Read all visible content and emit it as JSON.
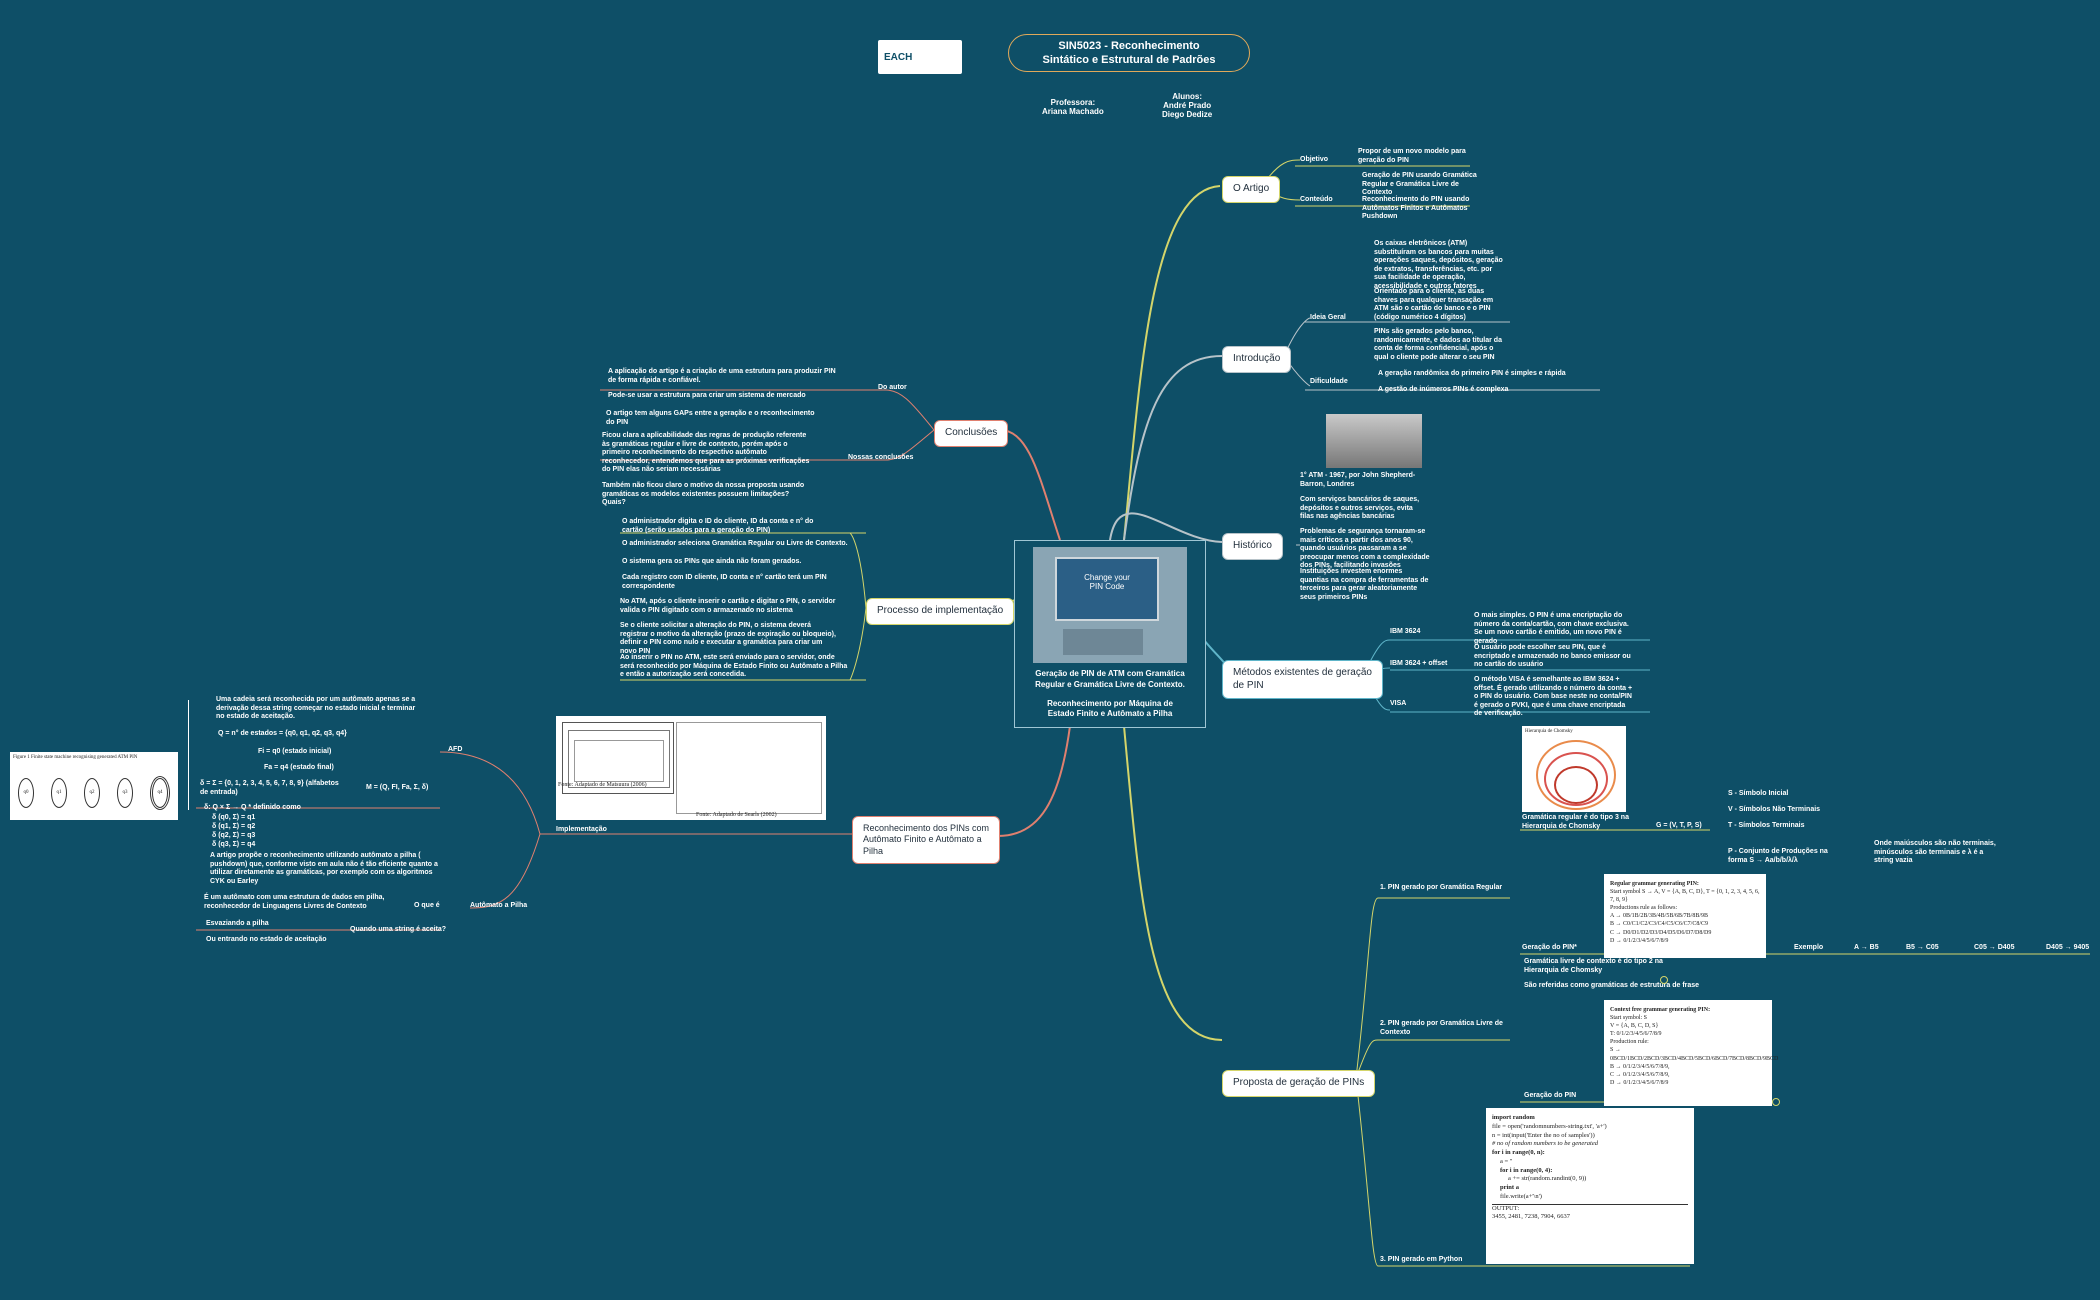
{
  "header": {
    "title_line1": "SIN5023 - Reconhecimento",
    "title_line2": "Sintático e Estrutural de Padrões",
    "logo_text": "EACH",
    "professor_label": "Professora:",
    "professor_name": "Ariana Machado",
    "students_label": "Alunos:",
    "student1": "André Prado",
    "student2": "Diego Dedize"
  },
  "center": {
    "screen_text1": "Change your",
    "screen_text2": "PIN Code",
    "line1": "Geração de PIN de ATM com Gramática",
    "line2": "Regular e Gramática Livre de Contexto.",
    "line3": "Reconhecimento por Máquina de",
    "line4": "Estado Finito e Autômato a Pilha"
  },
  "artigo": {
    "label": "O Artigo",
    "objetivo": "Objetivo",
    "objetivo_text": "Propor de um novo modelo para geração do PIN",
    "conteudo": "Conteúdo",
    "conteudo_1": "Geração de PIN usando Gramática Regular e Gramática Livre de Contexto",
    "conteudo_2": "Reconhecimento do PIN usando Autômatos Finitos e Autômatos Pushdown"
  },
  "introducao": {
    "label": "Introdução",
    "ideia": "Ideia Geral",
    "ideia_1": "Os caixas eletrônicos (ATM) substituíram os bancos para muitas operações saques, depósitos, geração de extratos, transferências, etc. por sua facilidade de operação, acessibilidade e outros fatores",
    "ideia_2": "Orientado para o cliente, as duas chaves para qualquer transação em ATM são o cartão do banco e o PIN (código numérico 4 dígitos)",
    "ideia_3": "PINs são gerados pelo banco, randomicamente, e dados ao titular da conta de forma confidencial, após o qual o cliente pode alterar o seu PIN",
    "dificuldade": "Dificuldade",
    "dif_1": "A geração randômica do primeiro PIN é simples e rápida",
    "dif_2": "A gestão de inúmeros PINs é complexa"
  },
  "historico": {
    "label": "Histórico",
    "h1": "1° ATM - 1967, por John Shepherd-Barron, Londres",
    "h2": "Com serviços bancários de saques, depósitos e outros serviços, evita filas nas agências bancárias",
    "h3": "Problemas de segurança tornaram-se mais críticos a partir dos anos 90, quando usuários passaram a se preocupar menos com a complexidade dos PINs, facilitando invasões",
    "h4": "Instituições investem enormes quantias na compra de ferramentas de terceiros para gerar aleatoriamente seus primeiros PINs"
  },
  "metodos": {
    "label_line1": "Métodos existentes de geração",
    "label_line2": "de PIN",
    "m1": "IBM 3624",
    "m1_text": "O mais simples. O PIN é uma encriptação do número da conta/cartão, com chave exclusiva. Se um novo cartão é emitido, um novo PIN é gerado",
    "m2": "IBM 3624 + offset",
    "m2_text": "O usuário pode escolher seu PIN, que é encriptado e armazenado no banco emissor ou no cartão do usuário",
    "m3": "VISA",
    "m3_text": "O método VISA é semelhante ao IBM 3624 + offset. É gerado utilizando o número da conta + o PIN do usuário. Com base neste no conta/PIN é gerado o PVKI, que é uma chave encriptada de verificação."
  },
  "proposta": {
    "label": "Proposta de geração de PINs",
    "p1": "1. PIN gerado por Gramática Regular",
    "p1_chomsky": "Gramática regular é do tipo 3 na Hierarquia de Chomsky",
    "chomsky_title": "Hierarquia de Chomsky",
    "g_def": "G = (V, T, P, S)",
    "s_def": "S - Símbolo Inicial",
    "v_def": "V - Símbolos Não Terminais",
    "t_def": "T - Símbolos Terminais",
    "p_def": "P - Conjunto de Produções na forma S → Aa/b/b/λ/λ",
    "p_note": "Onde maiúsculos são não terminais, minúsculos são terminais e λ é a string vazia",
    "geracao1": "Geração do PIN*",
    "exemplo": "Exemplo",
    "ex1": "A → B5",
    "ex2": "B5 → C05",
    "ex3": "C05 → D405",
    "ex4": "D405 → 9405",
    "rg_title": "Regular grammar generating PIN:",
    "rg_lines": [
      "Start symbol S → A, V = {A, B, C, D}, T = {0, 1, 2, 3, 4, 5, 6, 7, 8, 9}",
      "Productions rule as follows:",
      "A → 0B/1B/2B/3B/4B/5B/6B/7B/8B/9B",
      "B → C0/C1/C2/C3/C4/C5/C6/C7/C8/C9",
      "C → D0/D1/D2/D3/D4/D5/D6/D7/D8/D9",
      "D → 0/1/2/3/4/5/6/7/8/9"
    ],
    "p2": "2. PIN gerado por Gramática Livre de Contexto",
    "p2_a": "Gramática livre de contexto é do tipo 2 na Hierarquia de Chomsky",
    "p2_b": "São referidas como gramáticas de estrutura de frase",
    "geracao2": "Geração do PIN",
    "cfg_title": "Context free grammar generating PIN:",
    "cfg_lines": [
      "Start symbol: S",
      "V = {A, B, C, D, S}",
      "T: 0/1/2/3/4/5/6/7/8/9",
      "Production rule:",
      "S → 0BCD/1BCD/2BCD/3BCD/4BCD/5BCD/6BCD/7BCD/8BCD/9BCD",
      "B → 0/1/2/3/4/5/6/7/8/9,",
      "C → 0/1/2/3/4/5/6/7/8/9,",
      "D → 0/1/2/3/4/5/6/7/8/9"
    ],
    "p3": "3. PIN gerado em Python",
    "py_lines": [
      "import random",
      "file = open('randomnumbers-string.txt', 'a+')",
      "n = int(input('Enter the no of samples'))",
      "# no of random numbers to be generated",
      "for i in range(0, n):",
      "    a = ''",
      "    for i in range(0, 4):",
      "        a += str(random.randint(0, 9))",
      "    print a",
      "    file.write(a+'\\n')",
      "OUTPUT:",
      "3455, 2481, 7238, 7904, 6637"
    ]
  },
  "conclusoes": {
    "label": "Conclusões",
    "autor": "Do autor",
    "a1": "A aplicação do artigo é a criação de uma estrutura para produzir PIN de forma rápida e confiável.",
    "a2": "Pode-se usar a estrutura para criar um sistema de mercado",
    "a3": "O artigo tem alguns GAPs entre a geração e o reconhecimento do PIN",
    "nossas": "Nossas conclusões",
    "n1": "Ficou clara a aplicabilidade das regras de produção referente às gramáticas regular e livre de contexto, porém após o primeiro reconhecimento do respectivo autômato reconhecedor, entendemos que para as próximas verificações do PIN elas não seriam necessárias",
    "n2": "Também não ficou claro o motivo da nossa proposta usando gramáticas os modelos existentes possuem limitações? Quais?"
  },
  "processo": {
    "label": "Processo de implementação",
    "s1": "O administrador digita o ID do cliente, ID da conta e n° do cartão (serão usados para a geração do PIN)",
    "s2": "O administrador seleciona Gramática Regular ou Livre de Contexto.",
    "s3": "O sistema gera os PINs que ainda não foram gerados.",
    "s4": "Cada registro com ID cliente, ID conta e n° cartão terá um PIN correspondente",
    "s5": "No ATM, após o cliente inserir o cartão e digitar o PIN, o servidor valida o PIN digitado com o armazenado no sistema",
    "s6": "Se o cliente solicitar a alteração do PIN, o sistema deverá registrar o motivo da alteração (prazo de expiração ou bloqueio), definir o PIN como nulo e executar a gramática para criar um novo PIN",
    "s7": "Ao inserir o PIN no ATM, este será enviado para o servidor, onde será reconhecido por Máquina de Estado Finito ou Autômato a Pilha e então a autorização será concedida."
  },
  "reconhecimento": {
    "label_line1": "Reconhecimento dos PINs com",
    "label_line2": "Autômato Finito e Autômato a",
    "label_line3": "Pilha",
    "fonte1": "Fonte: Adaptado de Matsuura (2006)",
    "fonte2": "Fonte: Adaptado de Searls (2002)",
    "implementacao": "Implementação",
    "afd": "AFD",
    "afd_text": "Uma cadeia será reconhecida por um autômato apenas se a derivação dessa string começar no estado inicial e terminar no estado de aceitação.",
    "q_def": "Q = n° de estados = {q0, q1, q2, q3, q4}",
    "fi_def": "Fi = q0     (estado inicial)",
    "fa_def": "Fa = q4     (estado final)",
    "m_def": "M = (Q, FI, Fa, Σ, δ)",
    "sigma_def": "δ = Σ = {0, 1, 2, 3, 4, 5, 6, 7, 8, 9}  (alfabetos de entrada)",
    "delta_def": "δ: Q × Σ → Q *  definido como",
    "d1": "δ (q0, Σ) = q1",
    "d2": "δ (q1, Σ) = q2",
    "d3": "δ (q2, Σ) = q3",
    "d4": "δ (q3, Σ) = q4",
    "fig_caption": "Figure 1    Finite state machine recognising generated ATM PIN",
    "states": [
      "q0",
      "q1",
      "q2",
      "q3",
      "q4"
    ],
    "pilha": "Autômato a Pilha",
    "pilha_text": "A artigo propõe o reconhecimento utilizando autômato a pilha ( pushdown) que, conforme visto em aula não é tão eficiente quanto a utilizar diretamente as gramáticas, por exemplo com os algoritmos CYK ou Earley",
    "oque": "O que é",
    "oque_text": "É um autômato com uma estrutura de dados em pilha, reconhecedor de Linguagens Livres de Contexto",
    "quando": "Quando uma string é aceita?",
    "quando_1": "Esvaziando a pilha",
    "quando_2": "Ou entrando no estado de aceitação"
  },
  "colors": {
    "background": "#0e4f67",
    "yellow": "#d4d56a",
    "salmon": "#e0806f",
    "teal": "#5fb5c9",
    "gray": "#b7c3c9"
  }
}
